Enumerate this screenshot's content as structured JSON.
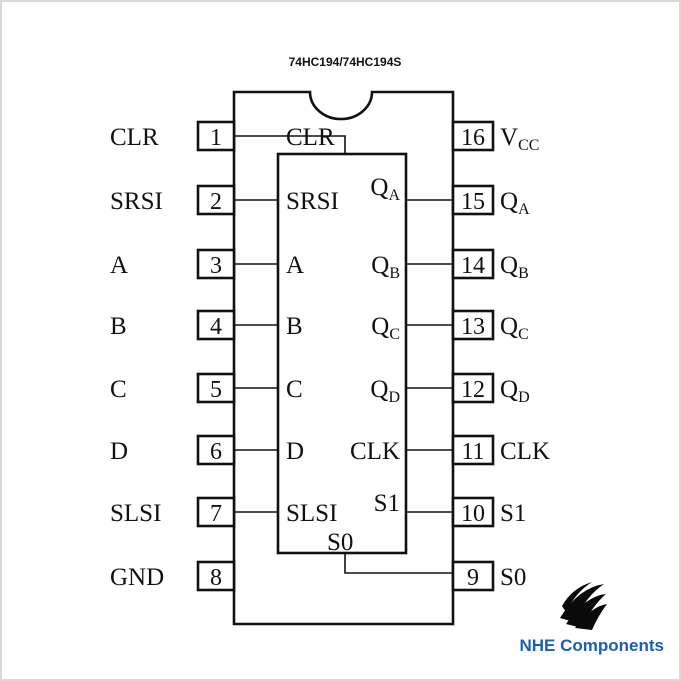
{
  "title": "74HC194/74HC194S",
  "left_pins": [
    {
      "num": "1",
      "outer": "CLR",
      "inner": "CLR"
    },
    {
      "num": "2",
      "outer": "SRSI",
      "inner": "SRSI"
    },
    {
      "num": "3",
      "outer": "A",
      "inner": "A"
    },
    {
      "num": "4",
      "outer": "B",
      "inner": "B"
    },
    {
      "num": "5",
      "outer": "C",
      "inner": "C"
    },
    {
      "num": "6",
      "outer": "D",
      "inner": "D"
    },
    {
      "num": "7",
      "outer": "SLSI",
      "inner": "SLSI"
    },
    {
      "num": "8",
      "outer": "GND",
      "inner": ""
    }
  ],
  "right_pins": [
    {
      "num": "16",
      "outer": "V",
      "outer_sub": "CC",
      "inner": "",
      "inner_sub": ""
    },
    {
      "num": "15",
      "outer": "Q",
      "outer_sub": "A",
      "inner": "Q",
      "inner_sub": "A"
    },
    {
      "num": "14",
      "outer": "Q",
      "outer_sub": "B",
      "inner": "Q",
      "inner_sub": "B"
    },
    {
      "num": "13",
      "outer": "Q",
      "outer_sub": "C",
      "inner": "Q",
      "inner_sub": "C"
    },
    {
      "num": "12",
      "outer": "Q",
      "outer_sub": "D",
      "inner": "Q",
      "inner_sub": "D"
    },
    {
      "num": "11",
      "outer": "CLK",
      "outer_sub": "",
      "inner": "CLK",
      "inner_sub": ""
    },
    {
      "num": "10",
      "outer": "S1",
      "outer_sub": "",
      "inner": "S1",
      "inner_sub": ""
    },
    {
      "num": "9",
      "outer": "S0",
      "outer_sub": "",
      "inner": "S0",
      "inner_sub": ""
    }
  ],
  "logo": {
    "text": "NHE Components",
    "color": "#1a5fb4"
  }
}
